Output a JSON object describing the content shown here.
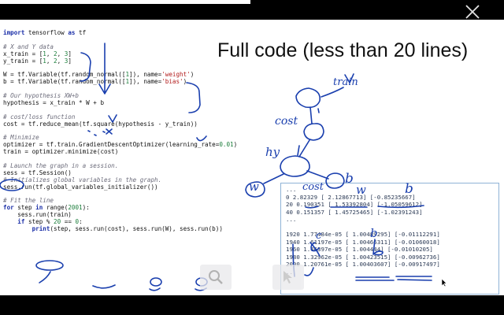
{
  "slide": {
    "title": "Full code (less than 20 lines)",
    "code_lines": [
      [
        {
          "t": "import",
          "c": "kw"
        },
        {
          "t": " tensorflow "
        },
        {
          "t": "as",
          "c": "kw"
        },
        {
          "t": " tf"
        }
      ],
      [],
      [
        {
          "t": "# X and Y data",
          "c": "cm"
        }
      ],
      [
        {
          "t": "x_train = ["
        },
        {
          "t": "1",
          "c": "num"
        },
        {
          "t": ", "
        },
        {
          "t": "2",
          "c": "num"
        },
        {
          "t": ", "
        },
        {
          "t": "3",
          "c": "num"
        },
        {
          "t": "]"
        }
      ],
      [
        {
          "t": "y_train = ["
        },
        {
          "t": "1",
          "c": "num"
        },
        {
          "t": ", "
        },
        {
          "t": "2",
          "c": "num"
        },
        {
          "t": ", "
        },
        {
          "t": "3",
          "c": "num"
        },
        {
          "t": "]"
        }
      ],
      [],
      [
        {
          "t": "W = tf.Variable(tf.random_normal(["
        },
        {
          "t": "1",
          "c": "num"
        },
        {
          "t": "]), name="
        },
        {
          "t": "'weight'",
          "c": "str"
        },
        {
          "t": ")"
        }
      ],
      [
        {
          "t": "b = tf.Variable(tf.random_normal(["
        },
        {
          "t": "1",
          "c": "num"
        },
        {
          "t": "]), name="
        },
        {
          "t": "'bias'",
          "c": "str"
        },
        {
          "t": ")"
        }
      ],
      [],
      [
        {
          "t": "# Our hypothesis XW+b",
          "c": "cm"
        }
      ],
      [
        {
          "t": "hypothesis = x_train * W + b"
        }
      ],
      [],
      [
        {
          "t": "# cost/loss function",
          "c": "cm"
        }
      ],
      [
        {
          "t": "cost = tf.reduce_mean(tf.square(hypothesis - y_train))"
        }
      ],
      [],
      [
        {
          "t": "# Minimize",
          "c": "cm"
        }
      ],
      [
        {
          "t": "optimizer = tf.train.GradientDescentOptimizer(learning_rate="
        },
        {
          "t": "0.01",
          "c": "num"
        },
        {
          "t": ")"
        }
      ],
      [
        {
          "t": "train = optimizer.minimize(cost)"
        }
      ],
      [],
      [
        {
          "t": "# Launch the graph in a session.",
          "c": "cm"
        }
      ],
      [
        {
          "t": "sess = tf.Session()"
        }
      ],
      [
        {
          "t": "# Initializes global variables in the graph.",
          "c": "cm"
        }
      ],
      [
        {
          "t": "sess.run(tf.global_variables_initializer())"
        }
      ],
      [],
      [
        {
          "t": "# Fit the line",
          "c": "cm"
        }
      ],
      [
        {
          "t": "for",
          "c": "kw"
        },
        {
          "t": " step "
        },
        {
          "t": "in",
          "c": "kw"
        },
        {
          "t": " range("
        },
        {
          "t": "2001",
          "c": "num"
        },
        {
          "t": "):"
        }
      ],
      [
        {
          "t": "    sess.run(train)"
        }
      ],
      [
        {
          "t": "    "
        },
        {
          "t": "if",
          "c": "kw"
        },
        {
          "t": " step % "
        },
        {
          "t": "20",
          "c": "num"
        },
        {
          "t": " == "
        },
        {
          "t": "0",
          "c": "num"
        },
        {
          "t": ":"
        }
      ],
      [
        {
          "t": "        "
        },
        {
          "t": "print",
          "c": "kw"
        },
        {
          "t": "(step, sess.run(cost), sess.run(W), sess.run(b))"
        }
      ]
    ],
    "output_lines": [
      "...",
      "0 2.82329 [ 2.12867713] [-0.85235667]",
      "20 0.190351 [ 1.53392804] [-1.05059612]",
      "40 0.151357 [ 1.45725465] [-1.02391243]",
      "...",
      "",
      "1920 1.77484e-05 [ 1.00489295] [-0.01112291]",
      "1940 1.61197e-05 [ 1.00466311] [-0.01060018]",
      "1960 1.46397e-05 [ 1.004444] [-0.01010205]",
      "1980 1.32962e-05 [ 1.00423515] [-0.00962736]",
      "2000 1.20761e-05 [ 1.00403607] [-0.00917497]",
      "..."
    ],
    "handwritten": {
      "cost_label": "cost",
      "hyp_label": "hy",
      "w_label": "w",
      "b_label": "b",
      "train_label": "train",
      "cost_out_label": "cost",
      "w_out_label": "w",
      "b_out_label": "b",
      "cost_out_label2": "c",
      "b_out_label2": "b"
    }
  },
  "controls": {
    "close_icon": "close-icon",
    "zoom_icon": "magnifier-icon",
    "pointer_icon": "cursor-icon"
  },
  "colors": {
    "ink": "#1a3fae",
    "code_keyword": "#1b2fa8",
    "code_comment": "#6b6b7a",
    "code_string": "#b21a1a",
    "code_number": "#1a7d3a",
    "output_border": "#8fb3d6"
  }
}
